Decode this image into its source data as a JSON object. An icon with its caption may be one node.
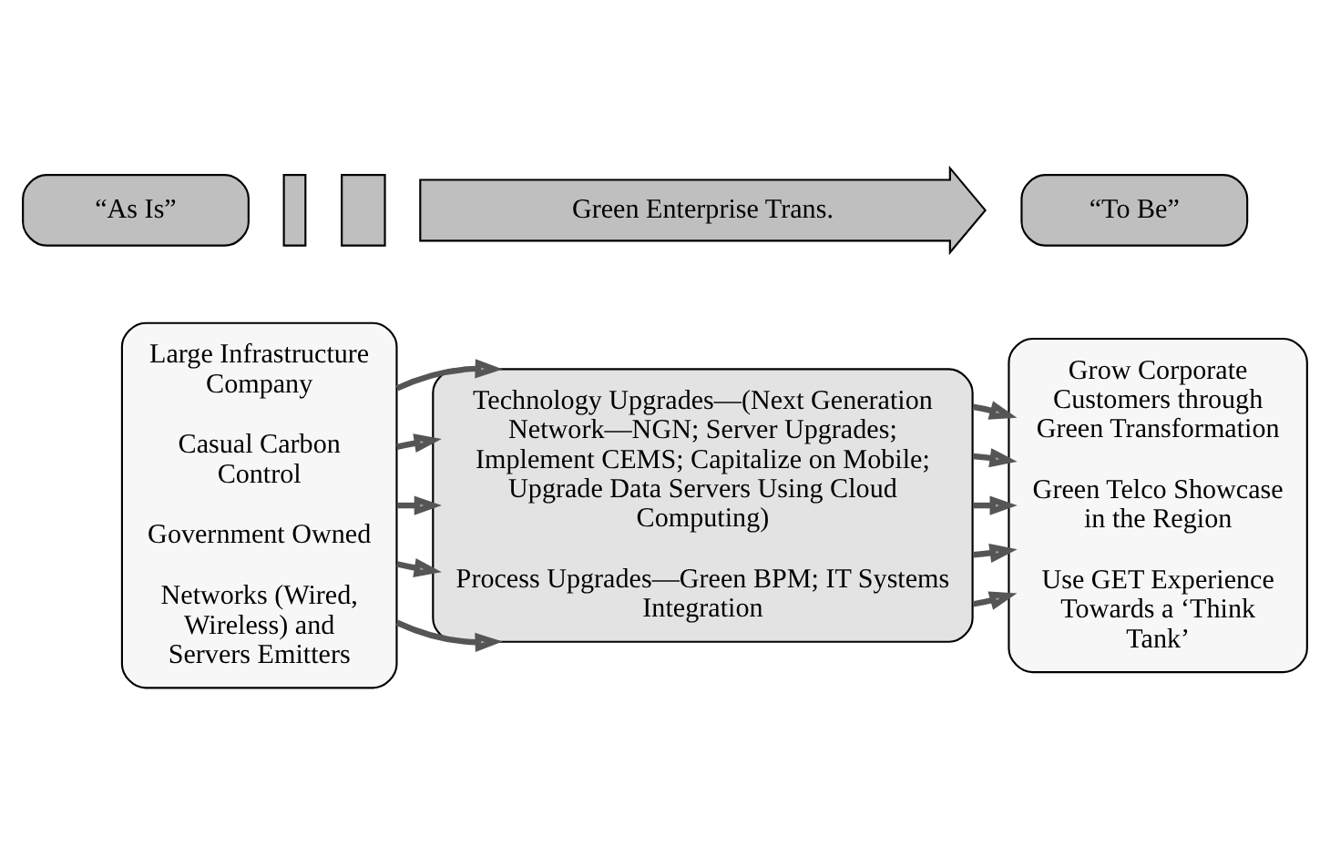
{
  "diagram": {
    "nodes": [
      {
        "text": [
          "“As Is”"
        ]
      },
      {
        "text": [],
        "shape": "box"
      },
      {
        "text": [],
        "shape": "box"
      },
      {
        "text": [
          "Green Enterprise Trans."
        ]
      },
      {
        "text": [
          "“To Be”"
        ]
      },
      {
        "text": [
          "Large Infrastructure Company",
          "Casual Carbon Control",
          "Government Owned",
          "Networks (Wired, Wireless) and Servers Emitters"
        ]
      },
      {
        "text": [
          "Technology Upgrades—(Next Generation Network—NGN; Server Upgrades; Implement CEMS; Capitalize on Mobile; Upgrade Data Servers Using Cloud Computing)",
          "Process Upgrades—Green BPM; IT Systems Integration"
        ]
      },
      {
        "text": [
          "Grow Corporate Customers through Green Transformation",
          "Green Telco Showcase in the Region",
          "Use GET Experience Towards a ‘Think Tank’"
        ]
      }
    ],
    "edges": [
      {
        "from": 5,
        "to": 6,
        "arrow": "to"
      },
      {
        "from": 5,
        "to": 6,
        "arrow": "to"
      },
      {
        "from": 5,
        "to": 6,
        "arrow": "to"
      },
      {
        "from": 5,
        "to": 6,
        "arrow": "to"
      },
      {
        "from": 5,
        "to": 6,
        "arrow": "to"
      },
      {
        "from": 6,
        "to": 7,
        "arrow": "to"
      },
      {
        "from": 6,
        "to": 7,
        "arrow": "to"
      },
      {
        "from": 6,
        "to": 7,
        "arrow": "to"
      },
      {
        "from": 6,
        "to": 7,
        "arrow": "to"
      },
      {
        "from": 6,
        "to": 7,
        "arrow": "to"
      }
    ]
  }
}
